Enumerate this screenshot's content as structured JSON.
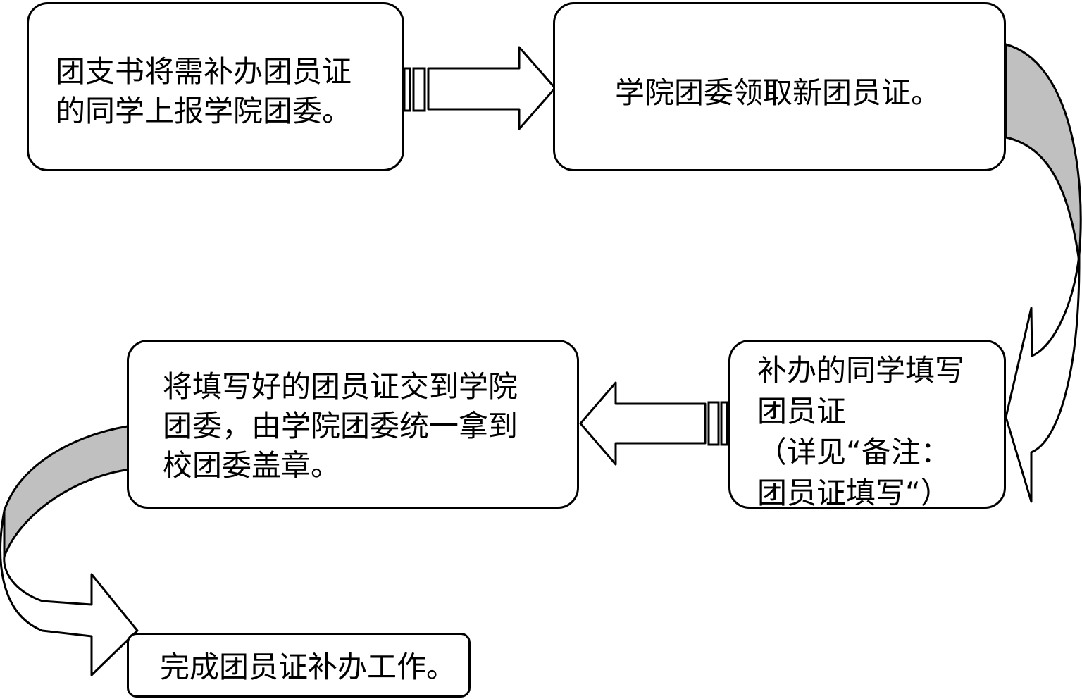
{
  "steps": [
    {
      "lines": [
        "团支书将需补办团员证",
        "的同学上报学院团委。"
      ]
    },
    {
      "lines": [
        "学院团委领取新团员证。"
      ]
    },
    {
      "lines": [
        "补办的同学填写",
        "团员证",
        "（详见“备注：",
        "团员证填写“）"
      ]
    },
    {
      "lines": [
        "将填写好的团员证交到学院",
        "团委，由学院团委统一拿到",
        "校团委盖章。"
      ]
    },
    {
      "lines": [
        "完成团员证补办工作。"
      ]
    }
  ],
  "colors": {
    "stroke": "#000000",
    "box_fill": "#ffffff",
    "curved_arrow_fill": "#c0c0c0",
    "text": "#000000"
  }
}
